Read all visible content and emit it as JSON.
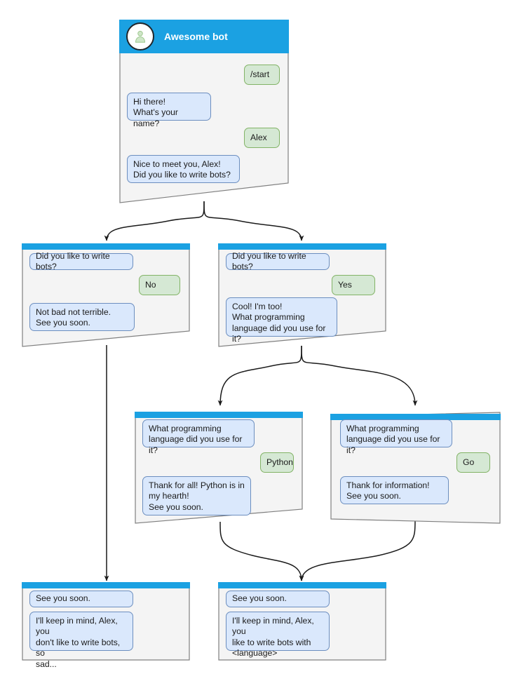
{
  "theme": {
    "header_blue": "#1ba1e2",
    "card_bg": "#f4f4f4",
    "card_border": "#808080",
    "bot_bubble_bg": "#dae8fc",
    "bot_bubble_border": "#6c8ebf",
    "user_bubble_bg": "#d5e8d4",
    "user_bubble_border": "#82b366",
    "edge_color": "#1a1a1a",
    "text_color": "#1b1b1b",
    "page_bg": "#ffffff"
  },
  "root": {
    "title": "Awesome bot",
    "avatar_icon": "person-avatar-icon",
    "messages": [
      {
        "id": "m1",
        "role": "user",
        "text": "/start"
      },
      {
        "id": "m2",
        "role": "bot",
        "text": "Hi there!\nWhat's your name?"
      },
      {
        "id": "m3",
        "role": "user",
        "text": "Alex"
      },
      {
        "id": "m4",
        "role": "bot",
        "text": "Nice to meet you, Alex!\nDid you like to write bots?"
      }
    ]
  },
  "cards": [
    {
      "id": "card-no",
      "messages": [
        {
          "id": "n1",
          "role": "bot",
          "text": "Did you like to write bots?"
        },
        {
          "id": "n2",
          "role": "user",
          "text": "No"
        },
        {
          "id": "n3",
          "role": "bot",
          "text": "Not bad not terrible.\nSee you soon."
        }
      ]
    },
    {
      "id": "card-yes",
      "messages": [
        {
          "id": "y1",
          "role": "bot",
          "text": "Did you like to write bots?"
        },
        {
          "id": "y2",
          "role": "user",
          "text": "Yes"
        },
        {
          "id": "y3",
          "role": "bot",
          "text": "Cool! I'm too!\nWhat programming\nlanguage did you use for it?"
        }
      ]
    },
    {
      "id": "card-python",
      "messages": [
        {
          "id": "p1",
          "role": "bot",
          "text": "What programming\nlanguage did you use for it?"
        },
        {
          "id": "p2",
          "role": "user",
          "text": "Python"
        },
        {
          "id": "p3",
          "role": "bot",
          "text": "Thank for all! Python is in\nmy hearth!\nSee you soon."
        }
      ]
    },
    {
      "id": "card-go",
      "messages": [
        {
          "id": "g1",
          "role": "bot",
          "text": "What programming\nlanguage did you use for it?"
        },
        {
          "id": "g2",
          "role": "user",
          "text": "Go"
        },
        {
          "id": "g3",
          "role": "bot",
          "text": "Thank for information!\nSee you soon."
        }
      ]
    },
    {
      "id": "card-end-sad",
      "messages": [
        {
          "id": "e1",
          "role": "bot",
          "text": "See you soon."
        },
        {
          "id": "e2",
          "role": "bot",
          "text": "I'll keep in mind, Alex, you\ndon't like to write bots, so\nsad..."
        }
      ]
    },
    {
      "id": "card-end-happy",
      "messages": [
        {
          "id": "h1",
          "role": "bot",
          "text": "See you soon."
        },
        {
          "id": "h2",
          "role": "bot",
          "text": "I'll keep in mind, Alex, you\nlike to write bots with\n<language>"
        }
      ]
    }
  ]
}
